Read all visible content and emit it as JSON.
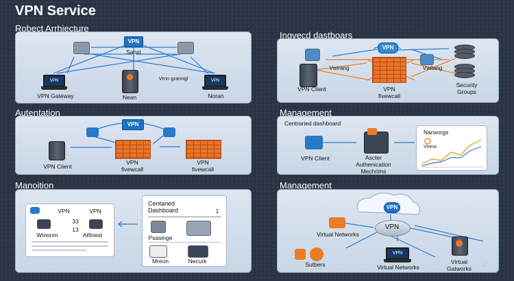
{
  "title": "VPN Service",
  "s1": {
    "heading": "Robect Arrhiecture",
    "vpn": "VPN",
    "center": "Sanst",
    "gw": "VPN Gateway",
    "gw_screen": "VPN",
    "mid": "Nean",
    "grangl": "Vrnn granngl",
    "right": "Noran",
    "right_screen": "VPN"
  },
  "s2": {
    "heading": "Ingvecd dastboars",
    "vpn": "VPN",
    "client": "VPN Client",
    "viwirang": "Vwirang",
    "vwitang": "Vwitang",
    "fw_line1": "VPN",
    "fw_line2": "fivewcall",
    "sec_line1": "Security",
    "sec_line2": "Groups"
  },
  "s3": {
    "heading": "Autentation",
    "vpn": "VPN",
    "client": "VPN Client",
    "fw1_line1": "VPN",
    "fw1_line2": "fivewcall",
    "fw2_line1": "VPN",
    "fw2_line2": "fivewcall"
  },
  "s4": {
    "heading": "Management",
    "sub": "Centraried dashboard",
    "client": "VPN Client",
    "auth1": "Ascter",
    "auth2": "Authenication",
    "auth3": "Mechrims",
    "card_title": "Narworgs",
    "card_sub": "Vness"
  },
  "s5": {
    "heading": "Manoition",
    "vpn1": "VPN",
    "vpn2": "VPN",
    "n1": "33",
    "n2": "13",
    "l1": "Winonm",
    "l2": "Atfinest",
    "dash_title1": "Centaried",
    "dash_title2": "Dashboard",
    "dash_num": "1",
    "psing": "Psasinge",
    "mron": "Mreon",
    "necurk": "Necurk"
  },
  "s6": {
    "heading": "Management",
    "vpn_cloud": "VPN",
    "vpn_router": "VPN",
    "vnet": "Virtual Networks",
    "vnet2": "Virtual Networks",
    "vpn_screen": "VPN",
    "sutbers": "Sutbers",
    "vg1": "Virtual",
    "vg2": "Gatworks"
  },
  "watermark": "al"
}
